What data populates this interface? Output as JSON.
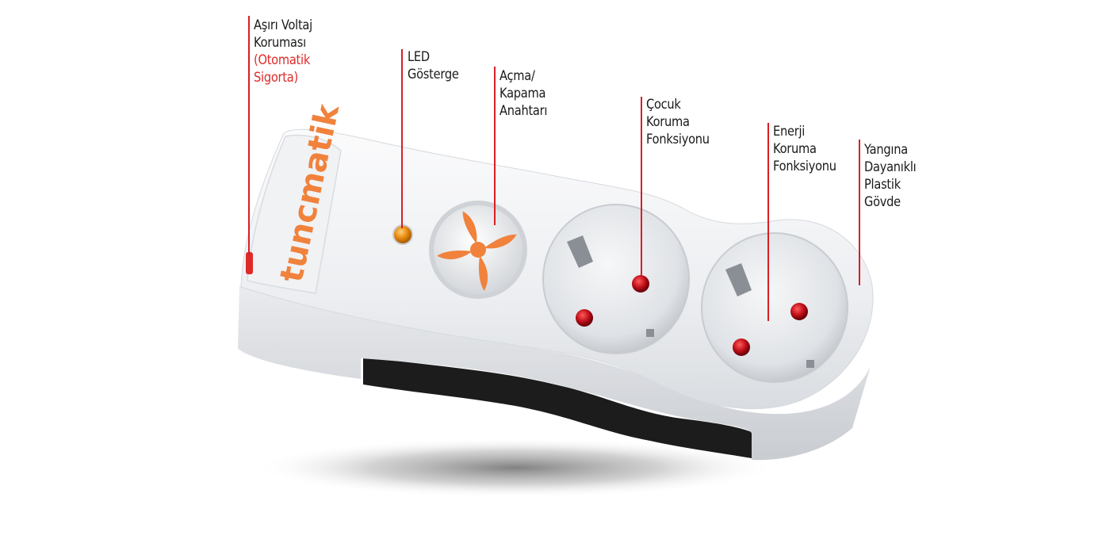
{
  "brand": {
    "logo_text": "tuncmatik"
  },
  "colors": {
    "leader_line": "#d81f26",
    "label_text": "#1a1a1a",
    "accent_text": "#e02a2a",
    "brand_orange": "#f0823c",
    "body_white": "#f2f3f5",
    "base_black": "#1c1c1c",
    "socket_pin_red": "#b0101a",
    "led_amber": "#e88a10"
  },
  "callouts": [
    {
      "id": "overvoltage",
      "lines": [
        "Aşırı Voltaj",
        "Koruması"
      ],
      "accent_lines": [
        "(Otomatik",
        "Sigorta)"
      ]
    },
    {
      "id": "led",
      "lines": [
        "LED",
        "Gösterge"
      ],
      "accent_lines": []
    },
    {
      "id": "switch",
      "lines": [
        "Açma/",
        "Kapama",
        "Anahtarı"
      ],
      "accent_lines": []
    },
    {
      "id": "child",
      "lines": [
        "Çocuk",
        "Koruma",
        "Fonksiyonu"
      ],
      "accent_lines": []
    },
    {
      "id": "energy",
      "lines": [
        "Enerji",
        "Koruma",
        "Fonksiyonu"
      ],
      "accent_lines": []
    },
    {
      "id": "fire",
      "lines": [
        "Yangına",
        "Dayanıklı",
        "Plastik",
        "Gövde"
      ],
      "accent_lines": []
    }
  ]
}
